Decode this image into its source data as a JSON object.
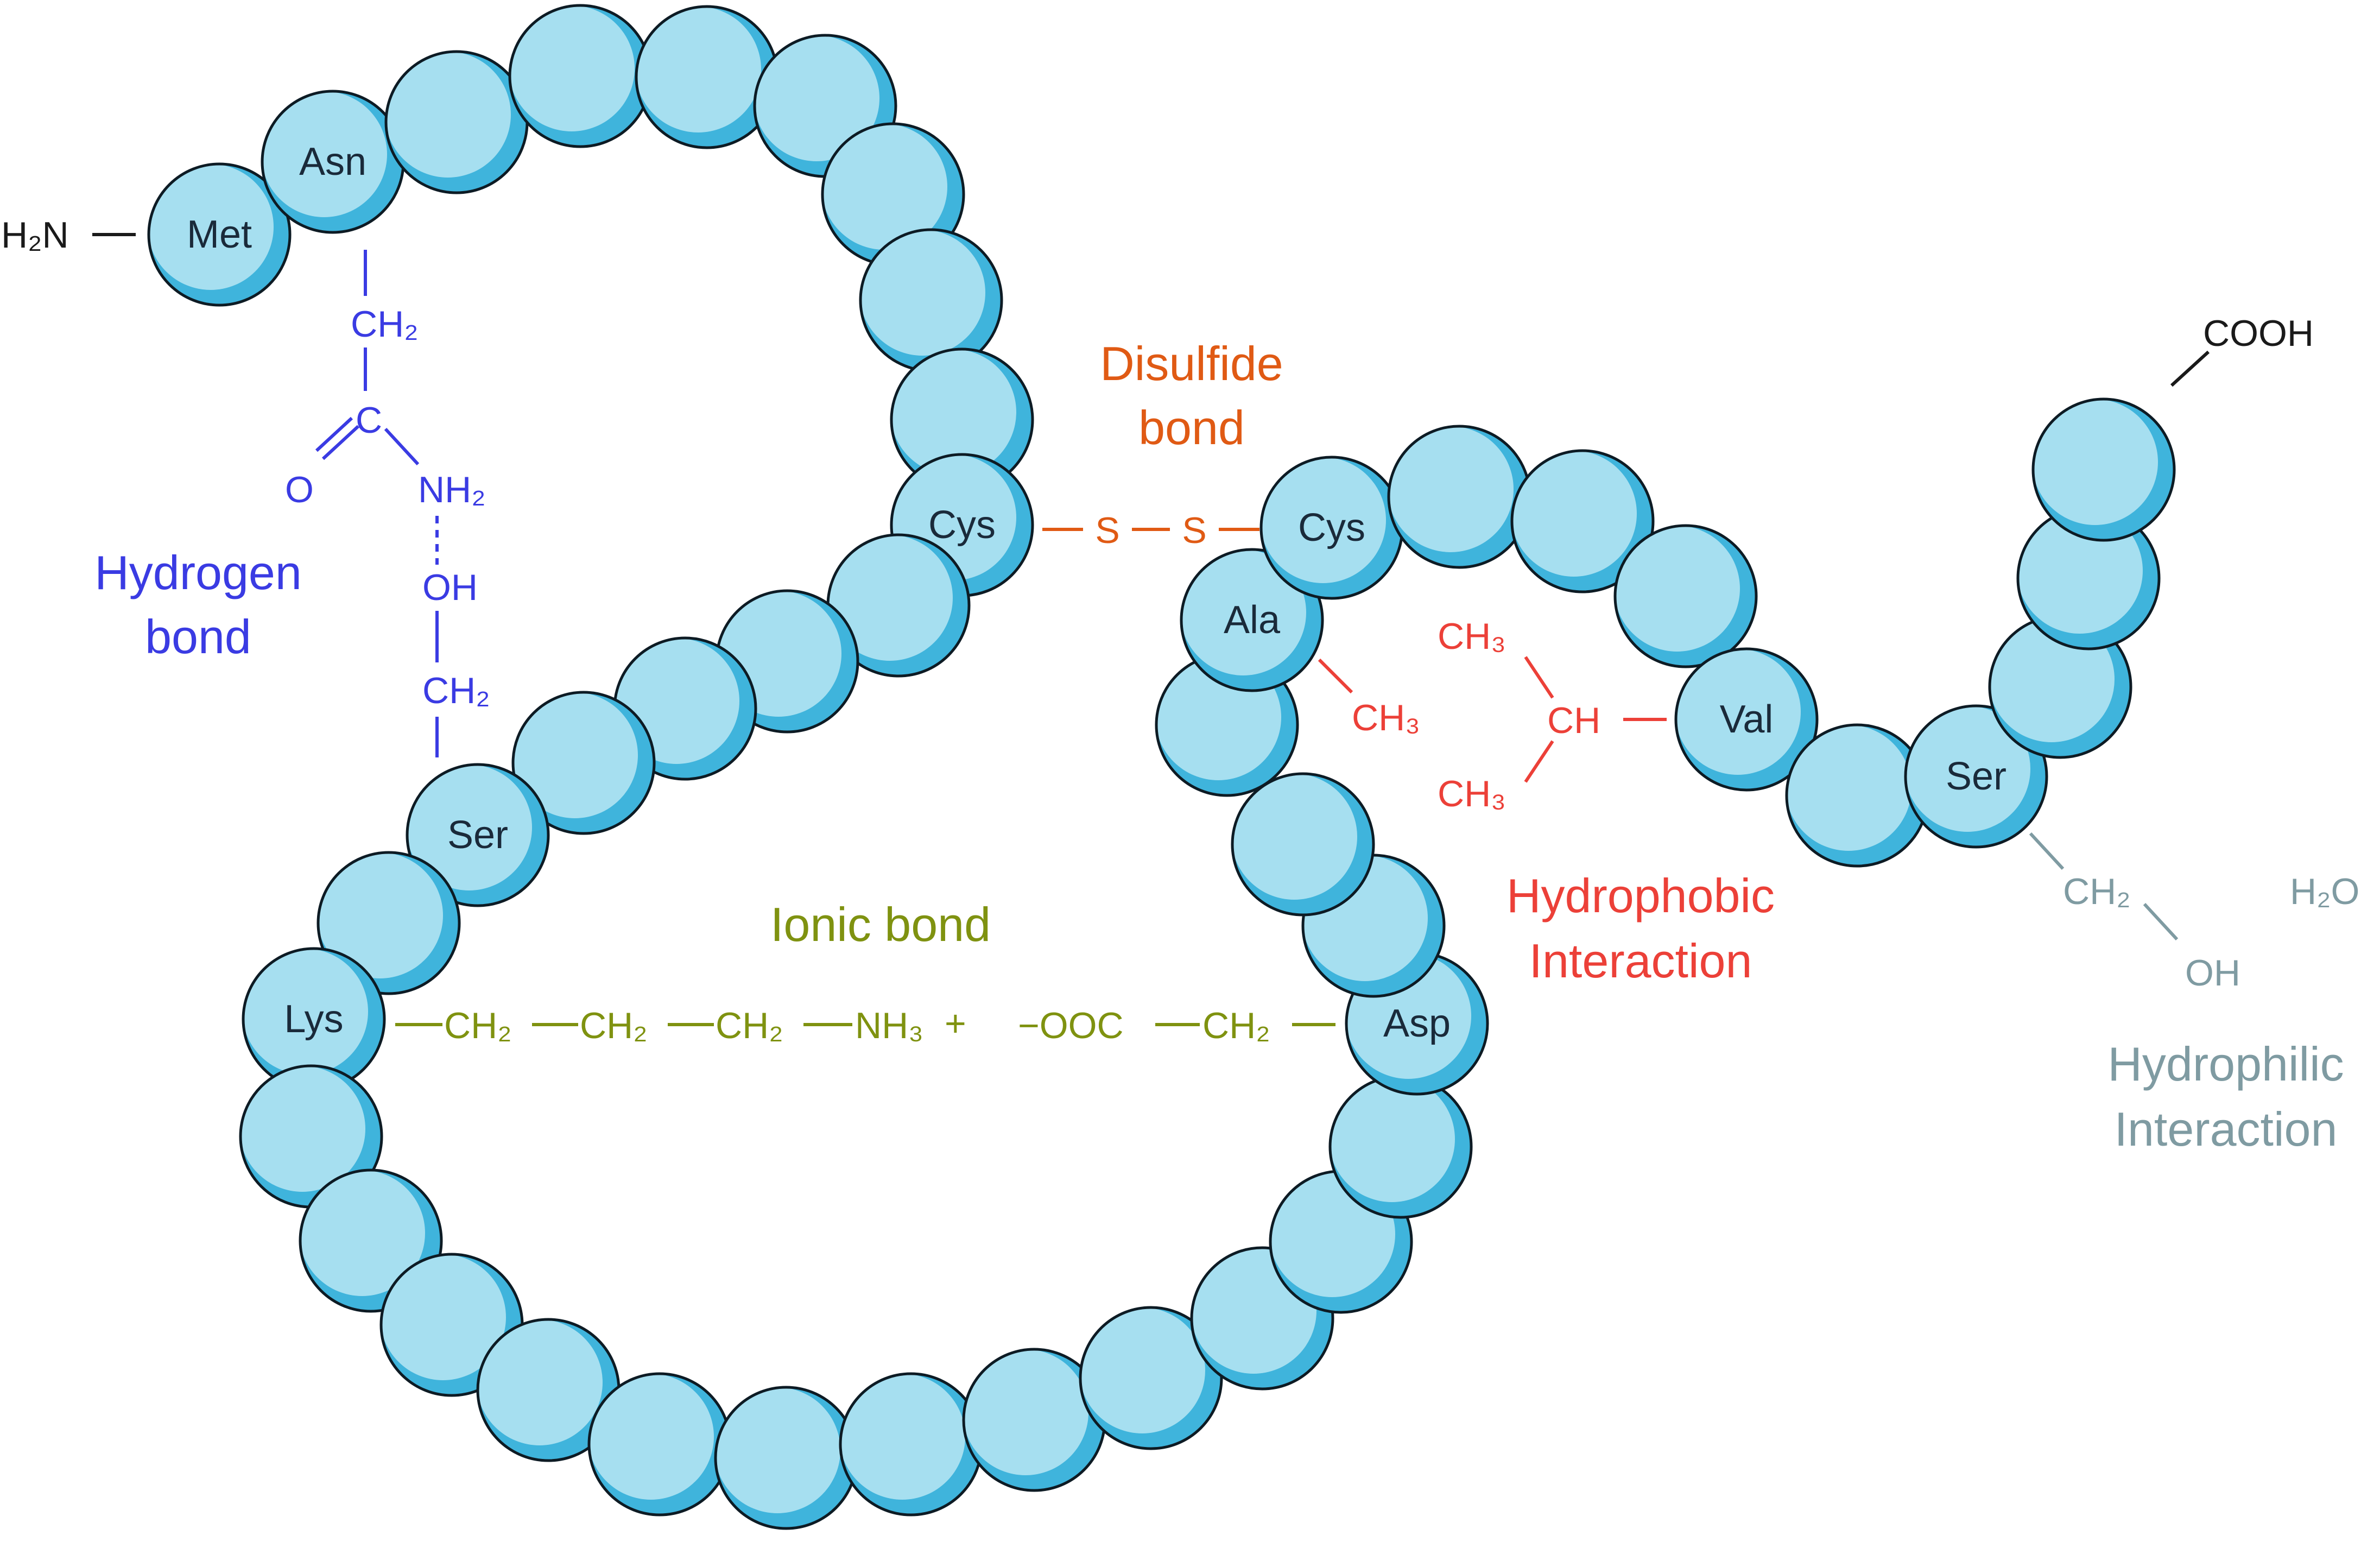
{
  "colors": {
    "bead_fill": "#a6dff0",
    "bead_shade": "#3fb4dc",
    "bead_outline": "#0d1b24",
    "hydrogen": "#3a3be3",
    "disulfide": "#e05a14",
    "ionic": "#7f9210",
    "hydrophobic": "#ec4038",
    "hydrophilic": "#7f9ba2",
    "terminal": "#1a1a1a"
  },
  "residues": {
    "met": "Met",
    "asn": "Asn",
    "cys_left": "Cys",
    "cys_right": "Cys",
    "ala": "Ala",
    "val": "Val",
    "ser_left": "Ser",
    "ser_right": "Ser",
    "lys": "Lys",
    "asp": "Asp"
  },
  "termini": {
    "n_terminus": "H₂N",
    "c_terminus": "COOH"
  },
  "hydrogen_bond": {
    "title_line1": "Hydrogen",
    "title_line2": "bond",
    "ch2_top": "CH₂",
    "c": "C",
    "o": "O",
    "nh2": "NH₂",
    "oh": "OH",
    "ch2_bottom": "CH₂"
  },
  "disulfide_bond": {
    "title_line1": "Disulfide",
    "title_line2": "bond",
    "s1": "S",
    "s2": "S"
  },
  "ionic_bond": {
    "title": "Ionic bond",
    "ch2_1": "CH₂",
    "ch2_2": "CH₂",
    "ch2_3": "CH₂",
    "nh3": "NH₃",
    "plus": "+",
    "ooc": "−OOC",
    "ch2_4": "CH₂"
  },
  "hydrophobic_interaction": {
    "title_line1": "Hydrophobic",
    "title_line2": "Interaction",
    "ala_ch3": "CH₃",
    "val_ch3_top": "CH₃",
    "val_ch": "CH",
    "val_ch3_bottom": "CH₃"
  },
  "hydrophilic_interaction": {
    "title_line1": "Hydrophilic",
    "title_line2": "Interaction",
    "ch2": "CH₂",
    "oh": "OH",
    "h2o": "H₂O"
  }
}
